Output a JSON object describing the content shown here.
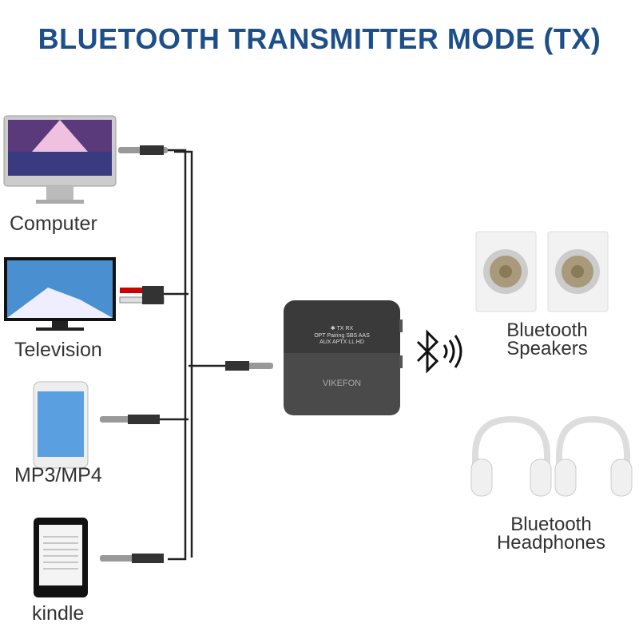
{
  "title": "BLUETOOTH TRANSMITTER MODE (TX)",
  "sources": [
    "Computer",
    "Television",
    "MP3/MP4",
    "kindle"
  ],
  "device": {
    "brand": "VIKEFON",
    "row1": [
      "✱",
      "TX",
      "RX"
    ],
    "row2": [
      "OPT",
      "Pairing",
      "SBS",
      "AAS"
    ],
    "row3": [
      "AUX",
      "APTX",
      "LL",
      "HD"
    ]
  },
  "kindle_brand": "kindle",
  "outputs": {
    "speakers_line1": "Bluetooth",
    "speakers_line2": "Speakers",
    "headphones_line1": "Bluetooth",
    "headphones_line2": "Headphones"
  },
  "colors": {
    "title": "#1d4f8a",
    "device": "#2a2a2a"
  }
}
